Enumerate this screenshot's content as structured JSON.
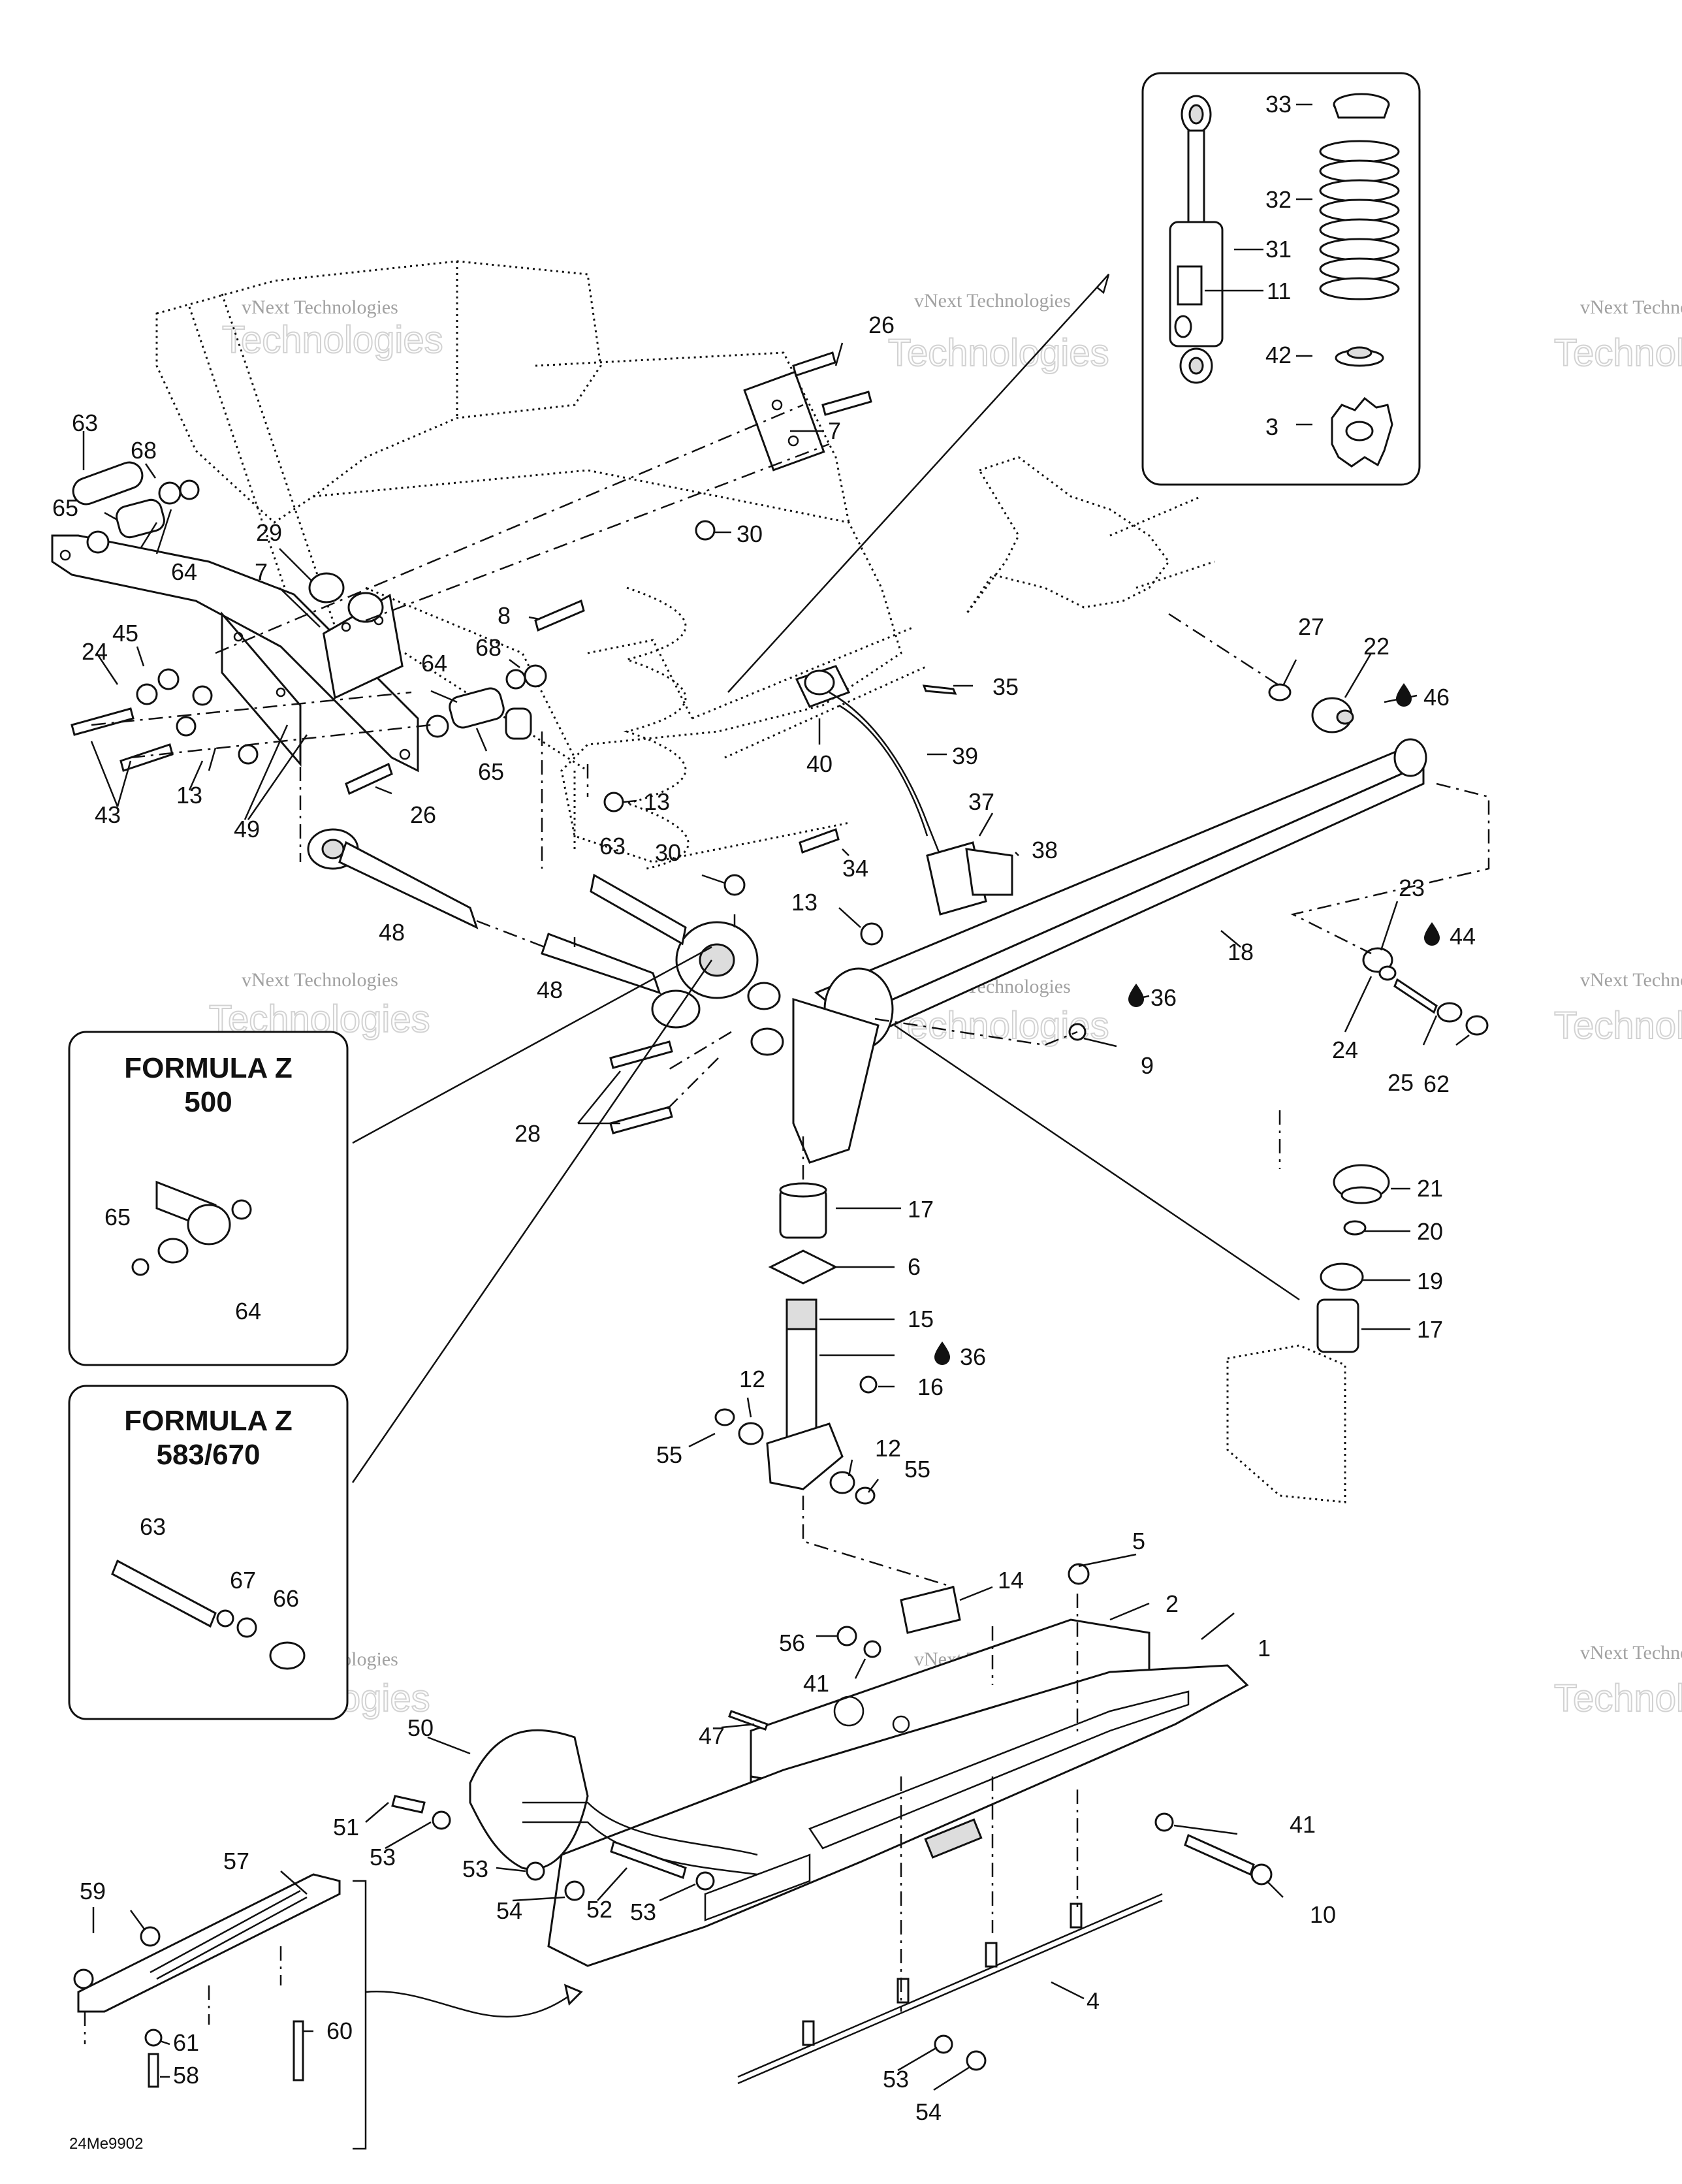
{
  "callouts": [
    {
      "id": "c33",
      "text": "33"
    },
    {
      "id": "c32",
      "text": "32"
    },
    {
      "id": "c31",
      "text": "31"
    },
    {
      "id": "c11",
      "text": "11"
    },
    {
      "id": "c42",
      "text": "42"
    },
    {
      "id": "c3",
      "text": "3"
    },
    {
      "id": "c26a",
      "text": "26"
    },
    {
      "id": "c7a",
      "text": "7"
    },
    {
      "id": "c63a",
      "text": "63"
    },
    {
      "id": "c68a",
      "text": "68"
    },
    {
      "id": "c65a",
      "text": "65"
    },
    {
      "id": "c64a",
      "text": "64"
    },
    {
      "id": "c29",
      "text": "29"
    },
    {
      "id": "c7b",
      "text": "7"
    },
    {
      "id": "c30a",
      "text": "30"
    },
    {
      "id": "c8",
      "text": "8"
    },
    {
      "id": "c68b",
      "text": "68"
    },
    {
      "id": "c64b",
      "text": "64"
    },
    {
      "id": "c45",
      "text": "45"
    },
    {
      "id": "c24a",
      "text": "24"
    },
    {
      "id": "c13a",
      "text": "13"
    },
    {
      "id": "c43",
      "text": "43"
    },
    {
      "id": "c49",
      "text": "49"
    },
    {
      "id": "c26b",
      "text": "26"
    },
    {
      "id": "c65b",
      "text": "65"
    },
    {
      "id": "c13b",
      "text": "13"
    },
    {
      "id": "c40",
      "text": "40"
    },
    {
      "id": "c39",
      "text": "39"
    },
    {
      "id": "c35",
      "text": "35"
    },
    {
      "id": "c27",
      "text": "27"
    },
    {
      "id": "c22",
      "text": "22"
    },
    {
      "id": "c46",
      "text": "46"
    },
    {
      "id": "c37",
      "text": "37"
    },
    {
      "id": "c38",
      "text": "38"
    },
    {
      "id": "c34",
      "text": "34"
    },
    {
      "id": "c30b",
      "text": "30"
    },
    {
      "id": "c63b",
      "text": "63"
    },
    {
      "id": "c13c",
      "text": "13"
    },
    {
      "id": "c48a",
      "text": "48"
    },
    {
      "id": "c48b",
      "text": "48"
    },
    {
      "id": "c18",
      "text": "18"
    },
    {
      "id": "c23",
      "text": "23"
    },
    {
      "id": "c44",
      "text": "44"
    },
    {
      "id": "c36a",
      "text": "36"
    },
    {
      "id": "c9",
      "text": "9"
    },
    {
      "id": "c24b",
      "text": "24"
    },
    {
      "id": "c25",
      "text": "25"
    },
    {
      "id": "c62",
      "text": "62"
    },
    {
      "id": "c28",
      "text": "28"
    },
    {
      "id": "c17a",
      "text": "17"
    },
    {
      "id": "c6",
      "text": "6"
    },
    {
      "id": "c15",
      "text": "15"
    },
    {
      "id": "c36b",
      "text": "36"
    },
    {
      "id": "c16",
      "text": "16"
    },
    {
      "id": "c12a",
      "text": "12"
    },
    {
      "id": "c55a",
      "text": "55"
    },
    {
      "id": "c12b",
      "text": "12"
    },
    {
      "id": "c55b",
      "text": "55"
    },
    {
      "id": "c21",
      "text": "21"
    },
    {
      "id": "c20",
      "text": "20"
    },
    {
      "id": "c19",
      "text": "19"
    },
    {
      "id": "c17b",
      "text": "17"
    },
    {
      "id": "c65c",
      "text": "65"
    },
    {
      "id": "c64c",
      "text": "64"
    },
    {
      "id": "c63c",
      "text": "63"
    },
    {
      "id": "c67",
      "text": "67"
    },
    {
      "id": "c66",
      "text": "66"
    },
    {
      "id": "c5",
      "text": "5"
    },
    {
      "id": "c14",
      "text": "14"
    },
    {
      "id": "c2",
      "text": "2"
    },
    {
      "id": "c1",
      "text": "1"
    },
    {
      "id": "c56",
      "text": "56"
    },
    {
      "id": "c41a",
      "text": "41"
    },
    {
      "id": "c47",
      "text": "47"
    },
    {
      "id": "c50",
      "text": "50"
    },
    {
      "id": "c51",
      "text": "51"
    },
    {
      "id": "c53a",
      "text": "53"
    },
    {
      "id": "c41b",
      "text": "41"
    },
    {
      "id": "c10",
      "text": "10"
    },
    {
      "id": "c57",
      "text": "57"
    },
    {
      "id": "c59",
      "text": "59"
    },
    {
      "id": "c53b",
      "text": "53"
    },
    {
      "id": "c54a",
      "text": "54"
    },
    {
      "id": "c52",
      "text": "52"
    },
    {
      "id": "c53c",
      "text": "53"
    },
    {
      "id": "c4",
      "text": "4"
    },
    {
      "id": "c60",
      "text": "60"
    },
    {
      "id": "c61",
      "text": "61"
    },
    {
      "id": "c58",
      "text": "58"
    },
    {
      "id": "c53d",
      "text": "53"
    },
    {
      "id": "c54b",
      "text": "54"
    }
  ],
  "boxes": {
    "formula_500": {
      "title": "FORMULA Z",
      "model": "500"
    },
    "formula_583": {
      "title": "FORMULA Z",
      "model": "583/670"
    }
  },
  "watermark": {
    "company": "vNext Technologies",
    "big": "Technologies",
    "small": "vNext"
  },
  "figure_code": "24Me9902"
}
